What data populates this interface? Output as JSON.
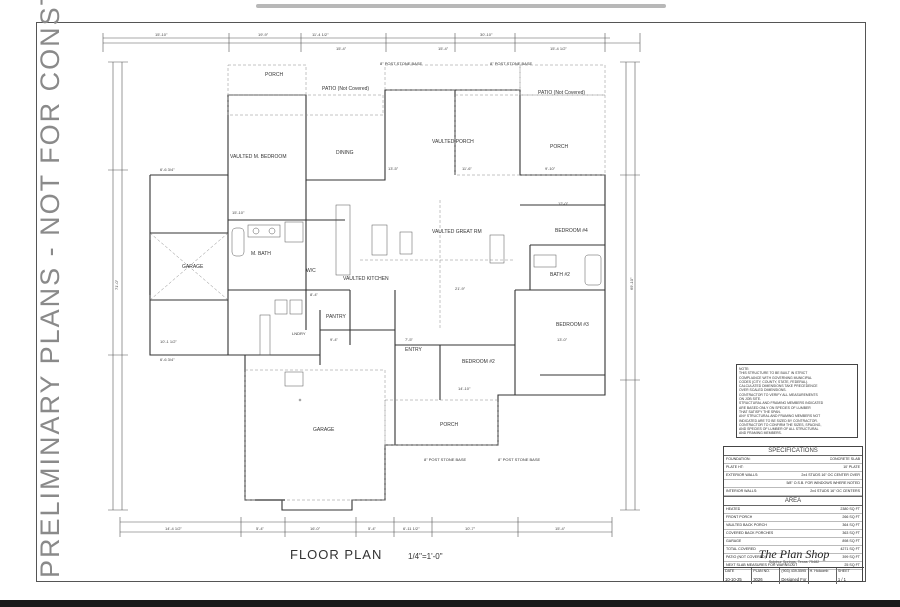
{
  "watermark": "PRELIMINARY PLANS - NOT FOR CONSTRUCTION",
  "plan_title": "FLOOR PLAN",
  "plan_scale": "1/4\"=1'-0\"",
  "rooms": {
    "porch_left": "PORCH",
    "patio_not_covered_1": "PATIO (Not Covered)",
    "patio_not_covered_2": "PATIO (Not Covered)",
    "vaulted_porch": "VAULTED PORCH",
    "porch_right": "PORCH",
    "vaulted_m_bedroom": "VAULTED M. BEDROOM",
    "dining": "DINING",
    "vaulted_great_rm": "VAULTED GREAT RM",
    "bedroom_4": "BEDROOM #4",
    "garage_left": "GARAGE",
    "m_bath": "M. BATH",
    "wic": "W/C",
    "vaulted_kitchen": "VAULTED KITCHEN",
    "bath_2": "BATH #2",
    "bedroom_3": "BEDROOM #3",
    "pantry": "PANTRY",
    "laundry": "LNDRY",
    "entry": "ENTRY",
    "bedroom_2": "BEDROOM #2",
    "garage_main": "GARAGE",
    "porch_front": "PORCH",
    "post_1": "8\" POST STONE BASE",
    "post_2": "8\" POST STONE BASE",
    "post_3": "8\" POST STONE BASE",
    "post_4": "8\" POST STONE BASE"
  },
  "dimensions": {
    "top": [
      "15'-10\"",
      "19'-9\"",
      "15'-4\"",
      "11'-4 1/2\"",
      "30'-10\"",
      "15'-4\"",
      "15'-4 1/2\""
    ],
    "bottom": [
      "14'-4 1/2\"",
      "5'-4\"",
      "16'-0\"",
      "5'-4\"",
      "6'-11 1/2\"",
      "10'-7\"",
      "15'-4\""
    ],
    "left_overall": "71'-0\"",
    "right_overall": "69'-10\"",
    "misc": [
      "6'-6 3/4\"",
      "15'-10\"",
      "10'-1 1/2\"",
      "6'-6 3/4\"",
      "12'-0\"",
      "13'-0\"",
      "14'-10\"",
      "7'-5\"",
      "9'-4\"",
      "13'-5\"",
      "8'-4\"",
      "9'-10\"",
      "11'-6\"",
      "21'-9\""
    ]
  },
  "notes": {
    "heading": "NOTE:",
    "lines": [
      "THIS STRUCTURE TO BE BUILT IN STRICT",
      "COMPLIANCE WITH GOVERNING MUNICIPAL",
      "CODES (CITY, COUNTY, STATE, FEDERAL).",
      "CALCULATED DIMENSIONS TAKE PRECEDENCE",
      "OVER SCALED DIMENSIONS.",
      "CONTRACTOR TO VERIFY ALL MEASUREMENTS",
      "ON JOB SITE.",
      "STRUCTURAL AND FRAMING MEMBERS INDICATED",
      "ARE BASED ONLY ON SPECIES OF LUMBER",
      "THAT SATISFY THE SPAN.",
      "ANY STRUCTURAL AND FRAMING MEMBERS NOT",
      "INDICATED ARE TO BE SIZED BY CONTRACTOR.",
      "CONTRACTOR TO CONFIRM THE SIZES, SPACING,",
      "AND SPECIES OF LUMBER OF ALL STRUCTURAL",
      "AND FRAMING MEMBERS."
    ]
  },
  "specifications": {
    "heading": "SPECIFICATIONS",
    "rows": [
      {
        "label": "FOUNDATION:",
        "value": "CONCRETE SLAB"
      },
      {
        "label": "PLATE HT:",
        "value": "10' PLATE"
      },
      {
        "label": "EXTERIOR WALLS:",
        "value": "2x4 STUDS 16\" OC CENTER OVER"
      },
      {
        "label": "",
        "value": "5/8\" O.S.B. FOR WINDOWS WHERE NOTED"
      },
      {
        "label": "INTERIOR WALLS:",
        "value": "2x4 STUDS 16\" OC CENTERS"
      }
    ]
  },
  "area": {
    "heading": "AREA",
    "rows": [
      {
        "label": "HEATED",
        "value": "2380 SQ FT"
      },
      {
        "label": "FRONT PORCH",
        "value": "266 SQ FT"
      },
      {
        "label": "VAULTED BACK PORCH",
        "value": "364 SQ FT"
      },
      {
        "label": "COVERED BACK PORCHES",
        "value": "363 SQ FT"
      },
      {
        "label": "GARAGE",
        "value": "898 SQ FT"
      },
      {
        "label": "TOTAL COVERED",
        "value": "4271 SQ FT"
      },
      {
        "label": "PATIO (NOT COVERED)",
        "value": "399 SQ FT"
      },
      {
        "label": "NEXT SLAB MEASURES FOR WARNSOUT",
        "value": "25 SQ FT"
      }
    ]
  },
  "company": {
    "name": "The Plan Shop",
    "address": "Sulphur Springs, Texas 75482",
    "phone": "(903) 439-5595",
    "designed_for": "Designed For",
    "client": "H. Holcomb"
  },
  "title_block": {
    "date_label": "DATE",
    "date": "10-10-25",
    "plan_no_label": "PLAN NO.",
    "plan_no": "3026",
    "sheet_label": "SHEET",
    "sheet": "1",
    "of": "1"
  }
}
